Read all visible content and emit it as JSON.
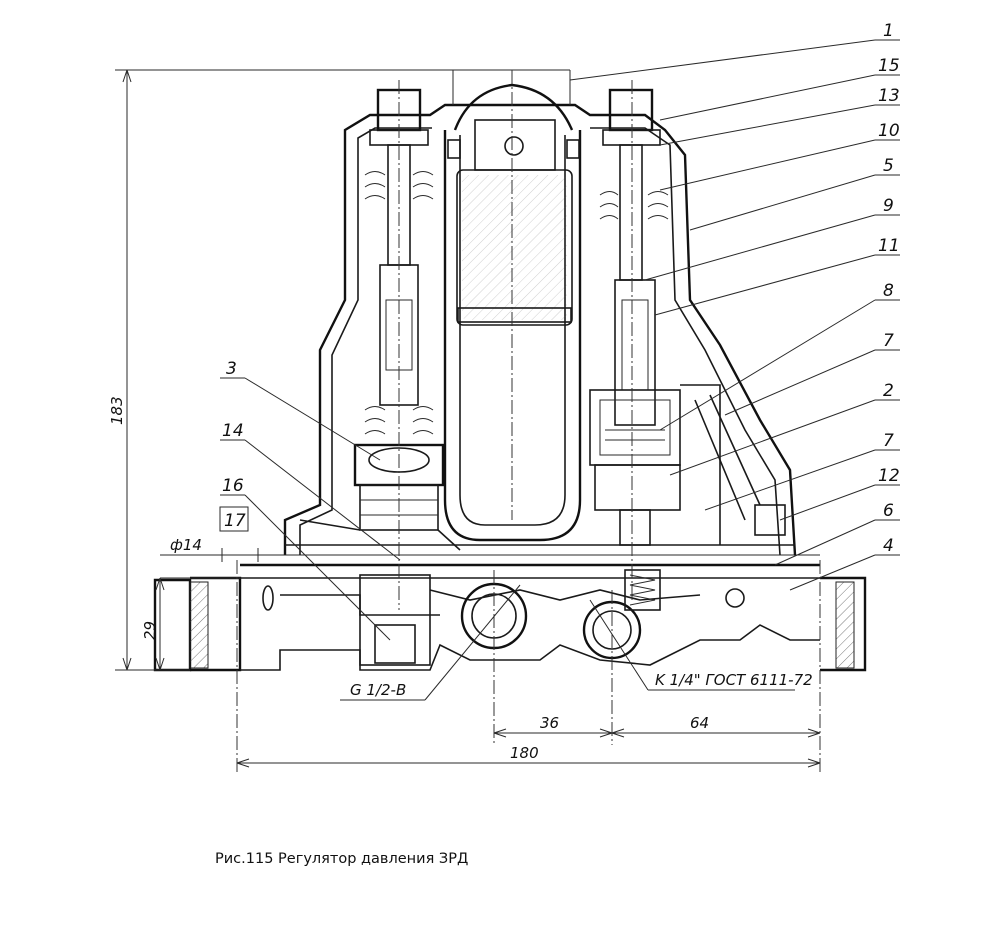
{
  "caption": "Рис.115 Регулятор давления ЗРД",
  "callouts": [
    "1",
    "15",
    "13",
    "10",
    "5",
    "9",
    "11",
    "8",
    "7",
    "2",
    "7",
    "12",
    "6",
    "4",
    "3",
    "14",
    "16",
    "17"
  ],
  "dimensions": {
    "height_total": "183",
    "height_base": "29",
    "hole_diameter": "ф14",
    "spacing_a": "36",
    "spacing_b": "64",
    "width_total": "180"
  },
  "thread_labels": {
    "inlet": "G 1/2-B",
    "outlet": "K 1/4\" ГОСТ 6111-72"
  }
}
